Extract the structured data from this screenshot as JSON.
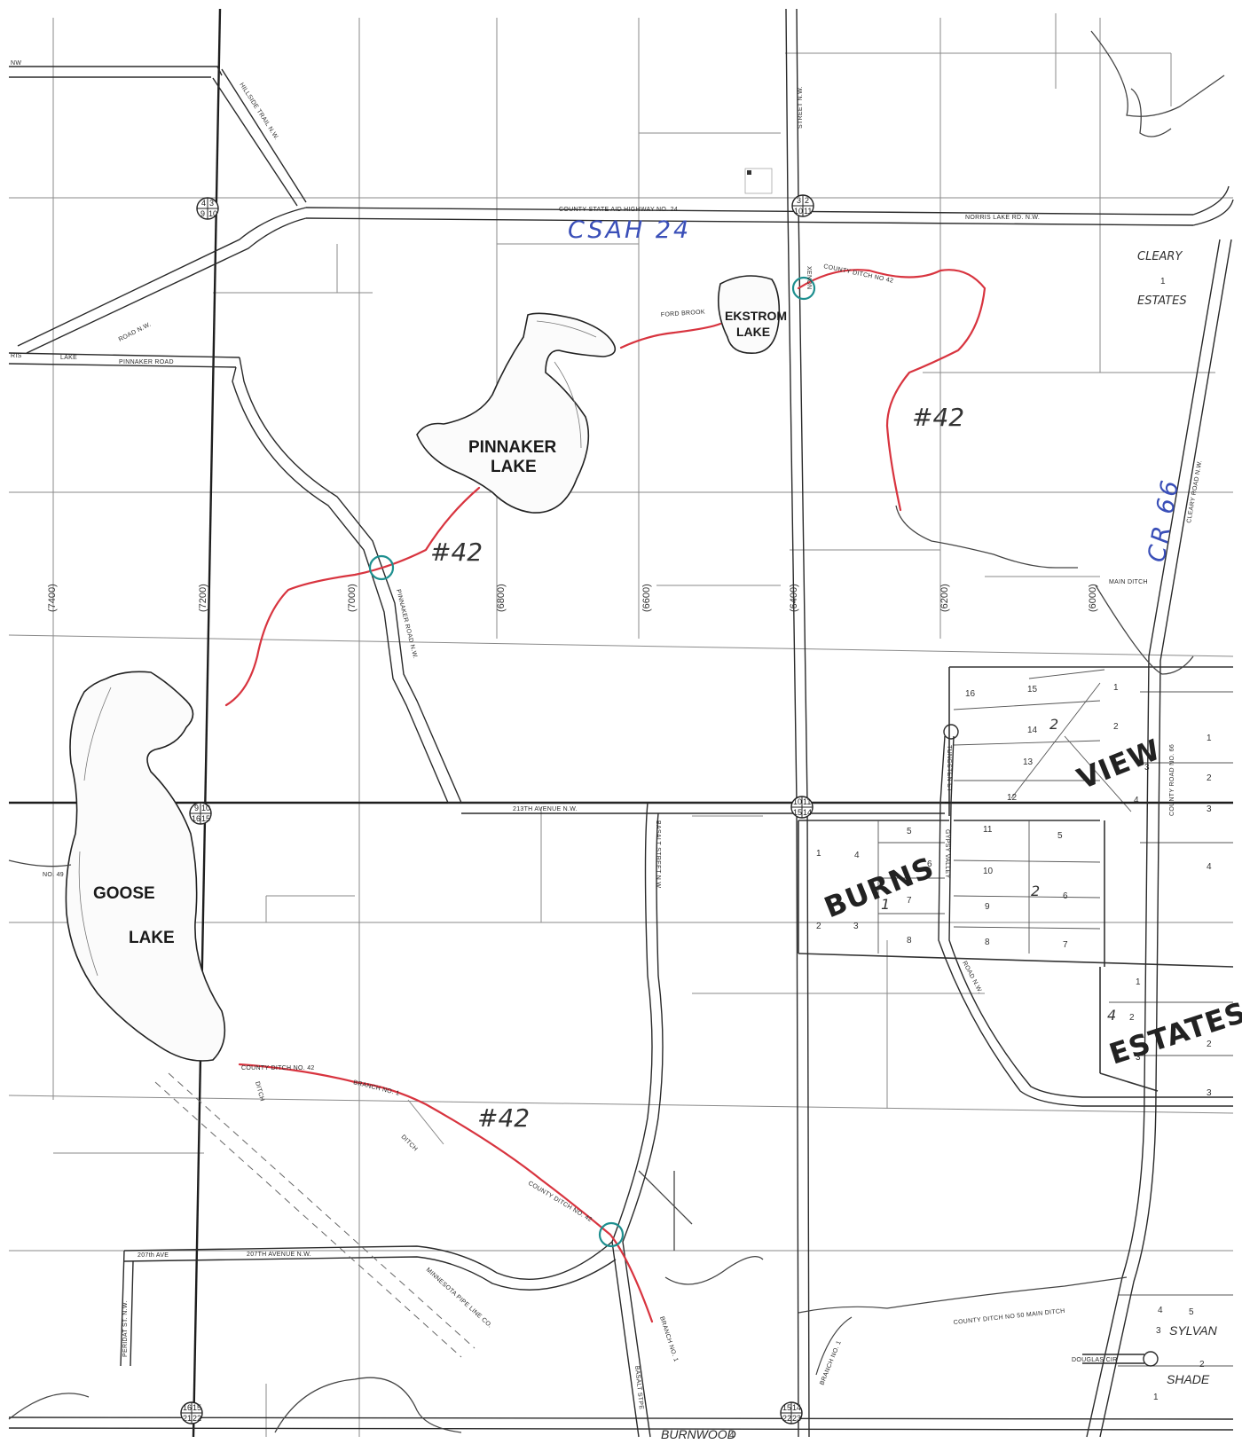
{
  "roads": {
    "nw_top": "NW",
    "hillside": "HILLSIDE TRAIL N.W.",
    "csah24_printed": "COUNTY STATE AID HIGHWAY NO. 24",
    "norris": "NORRIS LAKE RD. N.W.",
    "xenon_street": "STREET N.W.",
    "xenon": "XENON",
    "lake_road": "ROAD   N.W.",
    "ris_lake": "RIS",
    "lake_word": "LAKE",
    "pinnaker_road_top": "PINNAKER  ROAD",
    "pinnaker_road_ns": "PINNAKER   ROAD N.W.",
    "ave213": "213TH AVENUE N.W.",
    "basalt": "BASALT STREET N.W.",
    "basalt_bottom": "BASALT STPE",
    "tungsten": "TUNGSTEN ST",
    "gypsy": "GYPSY VALLEY",
    "gypsy_road": "ROAD N.W.",
    "cleary_rd": "CLEARY ROAD N.W.",
    "cr66_printed": "COUNTY ROAD NO. 66",
    "ave207_short": "207th AVE",
    "ave207": "207TH AVENUE N.W.",
    "peridat": "PERIDAT ST. N.W.",
    "pipeline": "MINNESOTA PIPE LINE CO.",
    "burnwood": "BURNWOOD",
    "douglas": "DOUGLAS CIR"
  },
  "water": {
    "pinnaker": [
      "PINNAKER",
      "LAKE"
    ],
    "ekstrom": [
      "EKSTROM",
      "LAKE"
    ],
    "goose": [
      "GOOSE",
      "LAKE"
    ],
    "ford_brook": "FORD BROOK",
    "cd42_top": "COUNTY  DITCH NO 42",
    "cd42_bottom": "COUNTY DITCH NO. 42",
    "cd42_diag": "COUNTY DITCH   NO.   42",
    "ditch": "DITCH",
    "ditch2": "DITCH",
    "branch1": "BRANCH NO. 1",
    "branch1_b": "BRANCH NO. 1",
    "branch1_c": "BRANCH NO. 1",
    "main_ditch": "MAIN DITCH",
    "cd50": "COUNTY DITCH NO 50     MAIN DITCH",
    "no49": "NO. 49"
  },
  "addresses": [
    "(7400)",
    "(7200)",
    "(7000)",
    "(6800)",
    "(6600)",
    "(6400)",
    "(6200)",
    "(6000)"
  ],
  "subdivisions": {
    "cleary": [
      "CLEARY",
      "ESTATES"
    ],
    "burns": "BURNS",
    "view": "VIEW",
    "estates": "ESTATES",
    "sylvan": "SYLVAN",
    "shade": "SHADE"
  },
  "section_corners": {
    "a": [
      "4",
      "3",
      "9",
      "10"
    ],
    "b": [
      "3",
      "2",
      "10",
      "11"
    ],
    "c": [
      "9",
      "10",
      "16",
      "15"
    ],
    "d": [
      "10",
      "11",
      "15",
      "14"
    ],
    "e": [
      "16",
      "15",
      "21",
      "22"
    ],
    "f": [
      "15",
      "14",
      "22",
      "23"
    ]
  },
  "annotations": {
    "csah24": "CSAH 24",
    "cr66": "CR 66",
    "d42_a": "#42",
    "d42_b": "#42",
    "d42_c": "#42"
  },
  "lots": {
    "view": [
      "16",
      "15",
      "1",
      "2",
      "14",
      "2",
      "13",
      "3",
      "12",
      "4",
      "1",
      "2",
      "3",
      "4"
    ],
    "burns": [
      "5",
      "1",
      "4",
      "6",
      "2",
      "3",
      "1",
      "7",
      "8",
      "11",
      "10",
      "9",
      "8",
      "5",
      "2",
      "6",
      "7"
    ],
    "estates": [
      "1",
      "4",
      "2",
      "2",
      "3",
      "3"
    ],
    "sylvan": [
      "4",
      "5",
      "3",
      "2",
      "1"
    ],
    "misc": [
      "4",
      "1"
    ]
  },
  "colors": {
    "ditch_red": "#d8343f",
    "culvert_teal": "#1d8f8f",
    "annotation_blue": "#3a4fb8",
    "line_gray": "#333333"
  }
}
